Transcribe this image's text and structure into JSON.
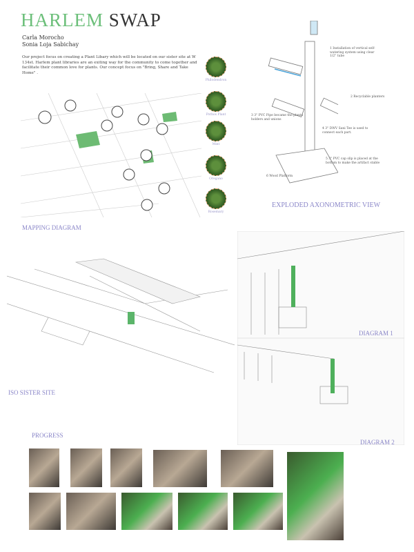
{
  "title": {
    "part1": "HARLEM",
    "part2": "SWAP"
  },
  "authors": [
    "Carla Morocho",
    "Sonia Loja Sabichay"
  ],
  "description": "Our project focus on creating a Plant Libary which will be located on our sister site at W 134st. Harlem plant libraries are an exiting way for the community to come together and facilitate their common love for plants. Our concept focus on \"Bring, Share and Take Home\" .",
  "plants": [
    "Philodendron",
    "Pothos Plant",
    "Mint",
    "Oregano",
    "Rosemary"
  ],
  "annotations": [
    "1 Installation of vertical self-watering system using clear 1/2\" tube",
    "2 Recyclable planters",
    "3 3\" PVC Pipe became the plants holders and unions",
    "4 3\" DWV Sani Tee is used to connect each part.",
    "5 3\" PVC cap slip is placed at the bottom to make the artifact stable",
    "6 Wood Platform"
  ],
  "labels": {
    "exploded": "EXPLODED AXONOMETRIC VIEW",
    "mapping": "MAPPING DIAGRAM",
    "iso": "ISO SISTER SITE",
    "diagram1": "DIAGRAM 1",
    "diagram2": "DIAGRAM 2",
    "progress": "PROGRESS"
  },
  "colors": {
    "green": "#6cbf7a",
    "label": "#8a86c8"
  }
}
